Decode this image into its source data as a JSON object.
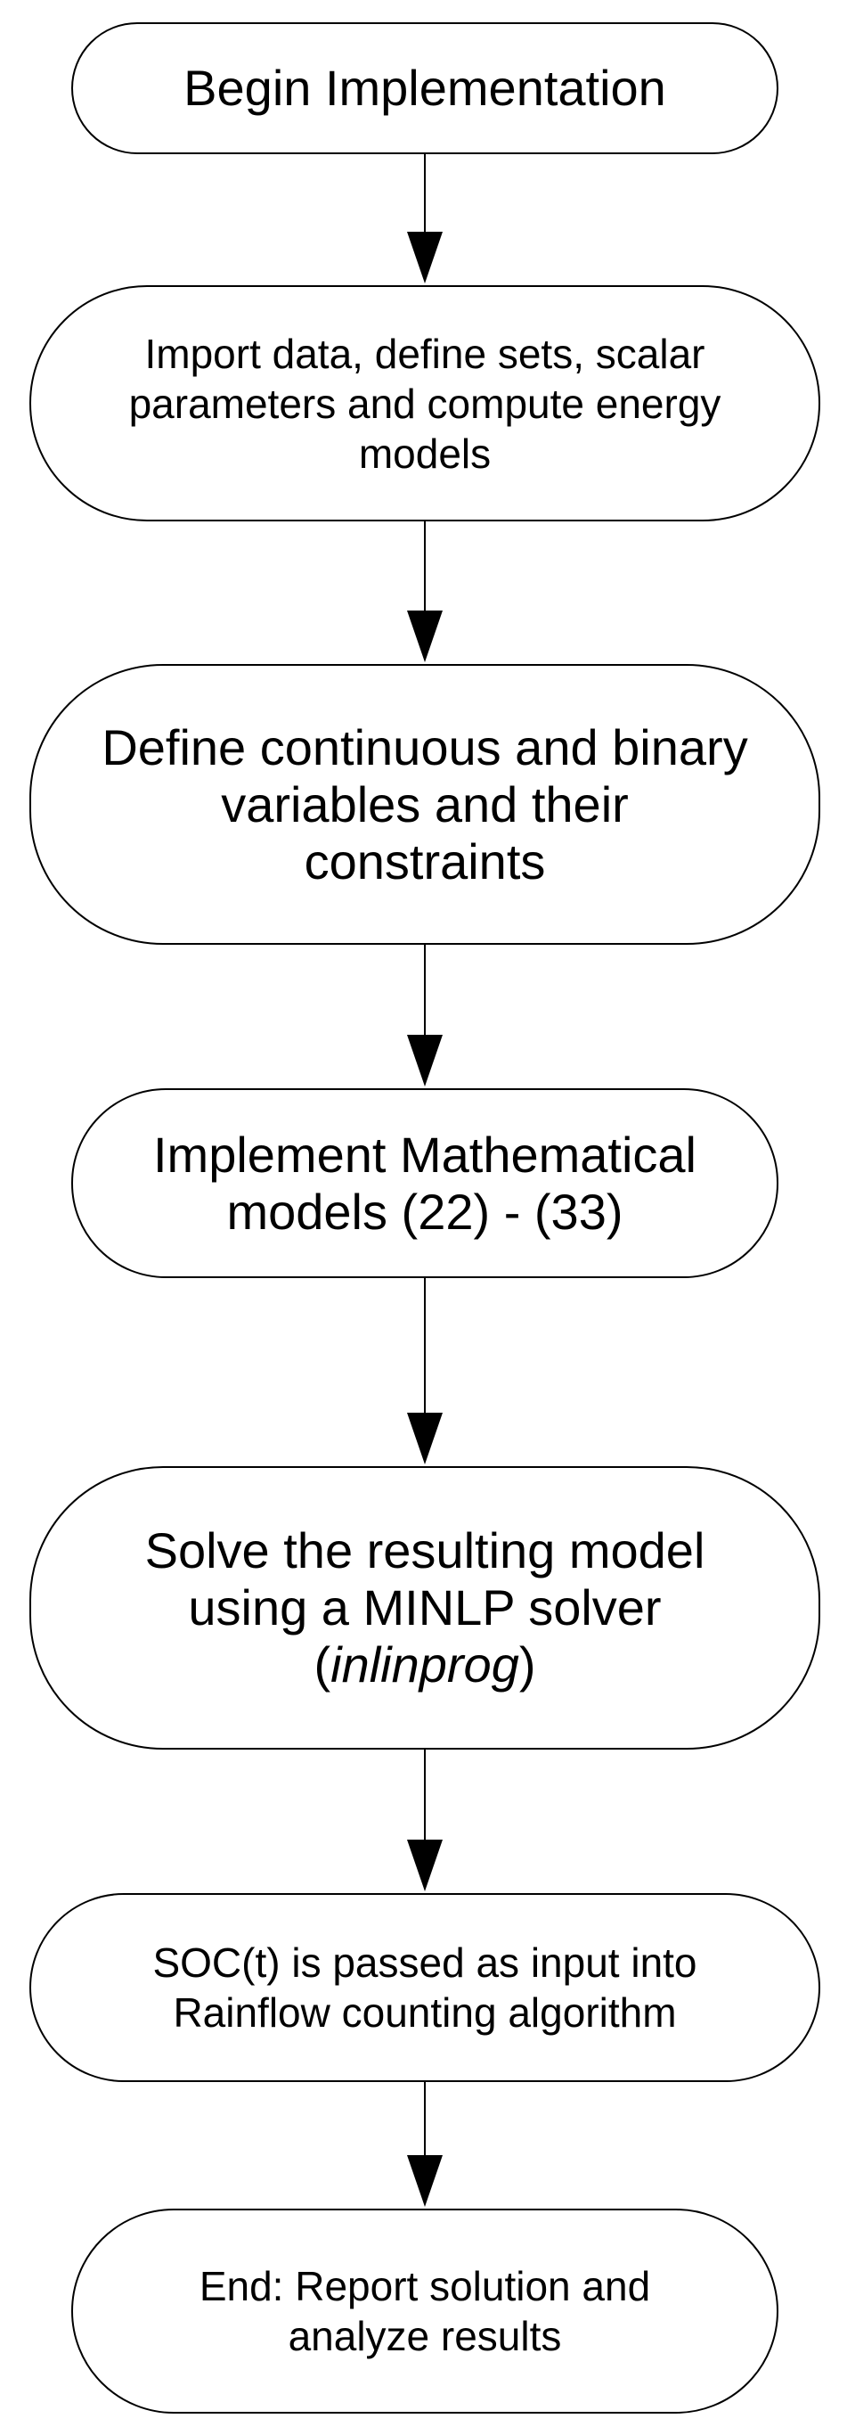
{
  "flowchart": {
    "nodes": [
      {
        "id": "begin",
        "lines": [
          "Begin Implementation"
        ]
      },
      {
        "id": "import",
        "lines": [
          "Import data, define sets, scalar",
          "parameters and compute energy",
          "models"
        ]
      },
      {
        "id": "define",
        "lines": [
          "Define continuous and binary",
          "variables and their",
          "constraints"
        ]
      },
      {
        "id": "impl",
        "lines": [
          "Implement Mathematical",
          "models (22) - (33)"
        ]
      },
      {
        "id": "solve",
        "lines": [
          "Solve the resulting model",
          "using a MINLP solver"
        ],
        "paren_open": "(",
        "italic": "inlinprog",
        "paren_close": ")"
      },
      {
        "id": "soc",
        "lines": [
          "SOC(t) is passed as input into",
          "Rainflow counting algorithm"
        ]
      },
      {
        "id": "end",
        "lines": [
          "End: Report solution and",
          "analyze results"
        ]
      }
    ],
    "edges": [
      {
        "from": "begin",
        "to": "import"
      },
      {
        "from": "import",
        "to": "define"
      },
      {
        "from": "define",
        "to": "impl"
      },
      {
        "from": "impl",
        "to": "solve"
      },
      {
        "from": "solve",
        "to": "soc"
      },
      {
        "from": "soc",
        "to": "end"
      }
    ],
    "colors": {
      "stroke": "#000000",
      "fill": "#ffffff",
      "text": "#000000"
    }
  }
}
